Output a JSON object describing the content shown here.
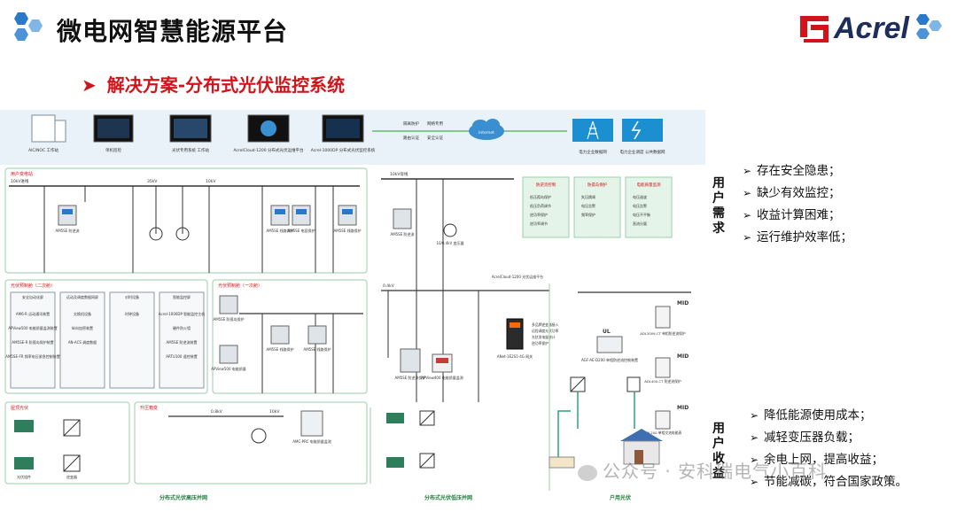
{
  "header": {
    "title": "微电网智慧能源平台",
    "brand": "Acrel"
  },
  "subtitle": "解决方案-分布式光伏监控系统",
  "subtitle_arrow": "➤",
  "colors": {
    "accent": "#d0141a",
    "brand_navy": "#1e2e5c",
    "green_line": "#6cc08a",
    "blue": "#2a78c8"
  },
  "diagram": {
    "top_items": [
      "AIC/NOC 工作站",
      "单机巡检",
      "光伏专用系统 工作站",
      "AcrelCloud-1200 分布式光伏运维平台",
      "Acrel-1000DP 分布式光伏监控系统"
    ],
    "net_labels": [
      "隔离防护",
      "网络专用",
      "路由认证",
      "安全认证"
    ],
    "cloud_label": "Internet",
    "right_top": [
      "电力企业数据网",
      "电力企业调度 公共数据网"
    ],
    "hv": {
      "user_substation": "用户变电站",
      "bus_10kv": "10kV进线",
      "v35": "35kV",
      "v10": "10kV",
      "relays": [
        "AM5SE 防逆流",
        "AM5SE 线路保护",
        "AM5SE 电容保护",
        "AM5SE 线路保护"
      ],
      "pv_bay_2": "光伏预制舱（二次舱）",
      "pv_bay_1": "光伏预制舱（一次舱）",
      "cab_titles": [
        "安全自动化屏",
        "远动及调度数据网屏",
        "对时设备",
        "智能监控屏"
      ],
      "cab_items": [
        "AM6-R 远动通讯装置",
        "APView500 电能质量监测装置",
        "AM5SE-R 防孤岛保护装置",
        "AM5SE-FR 频率电压紧急控制装置",
        "交换机设备",
        "纵向加密装置",
        "AN-ACS 调度数据",
        "时钟设备",
        "Acrel-1000DP 智能监控主机",
        "硬件防火墙",
        "AM5SE 防逆流装置",
        "ARTU100 遥控装置"
      ],
      "mid_relays": [
        "AM5SE 防孤岛保护",
        "APView500 电能质量",
        "AM5SE 线路保护",
        "AM5SE 线路保护"
      ],
      "pv_left": "屋顶光伏",
      "boost": "升压箱变",
      "string_inv": "光伏组件",
      "inverter": "逆变器",
      "v08": "0.8kV",
      "v10b": "10kV",
      "amc": "AMC-PRC 电能质量监测",
      "caption": "分布式光伏高压并网"
    },
    "lv": {
      "bus": "10kV母线",
      "relays": [
        "AM5SE 防逆流",
        "AM5SE 进线保护"
      ],
      "transformer": "10/0.4kV 变压器",
      "boxes": [
        {
          "title": "防逆流控制",
          "items": [
            "低压孤岛保护",
            "低压负荷调节",
            "逆功率保护",
            "逆功率调节"
          ]
        },
        {
          "title": "防孤岛保护",
          "items": [
            "失压跳闸",
            "电压告警",
            "频率保护"
          ]
        },
        {
          "title": "电能质量监测",
          "items": [
            "电压谐波",
            "电压告警",
            "电压不平衡",
            "直流分量"
          ]
        }
      ],
      "v04": "0.4kV",
      "cloud_node": "AcrelCloud-1200 光伏运维平台",
      "gateway": "ANet-1E2S1-4G 网关",
      "gateway_funcs": [
        "多品牌逆变器接入",
        "远程调度光伏功率",
        "光伏发电量统计",
        "逆功率保护"
      ],
      "meters": [
        "AM5SE 防逆流保护",
        "APView400 电能质量监测"
      ],
      "caption": "分布式光伏低压并网"
    },
    "home": {
      "ul": "UL",
      "switch": "AGF-AE-D200 单相防逆流控制装置",
      "mids": [
        "MID",
        "MID",
        "MID"
      ],
      "meters": [
        "ADL3009-CT 单相防逆流保护",
        "ADL400-CT 防逆流保护",
        "ADL200 单相交流电能表"
      ],
      "caption": "户用光伏"
    }
  },
  "side": {
    "demand_label": [
      "用",
      "户",
      "需",
      "求"
    ],
    "demand_items": [
      "存在安全隐患；",
      "缺少有效监控；",
      "收益计算困难；",
      "运行维护效率低；"
    ],
    "benefit_label": [
      "用",
      "户",
      "收",
      "益"
    ],
    "benefit_items": [
      "降低能源使用成本；",
      "减轻变压器负载；",
      "余电上网，提高收益；",
      "节能减碳，符合国家政策。"
    ],
    "bullet": "➢"
  },
  "watermark": "公众号 · 安科瑞电气小百科"
}
